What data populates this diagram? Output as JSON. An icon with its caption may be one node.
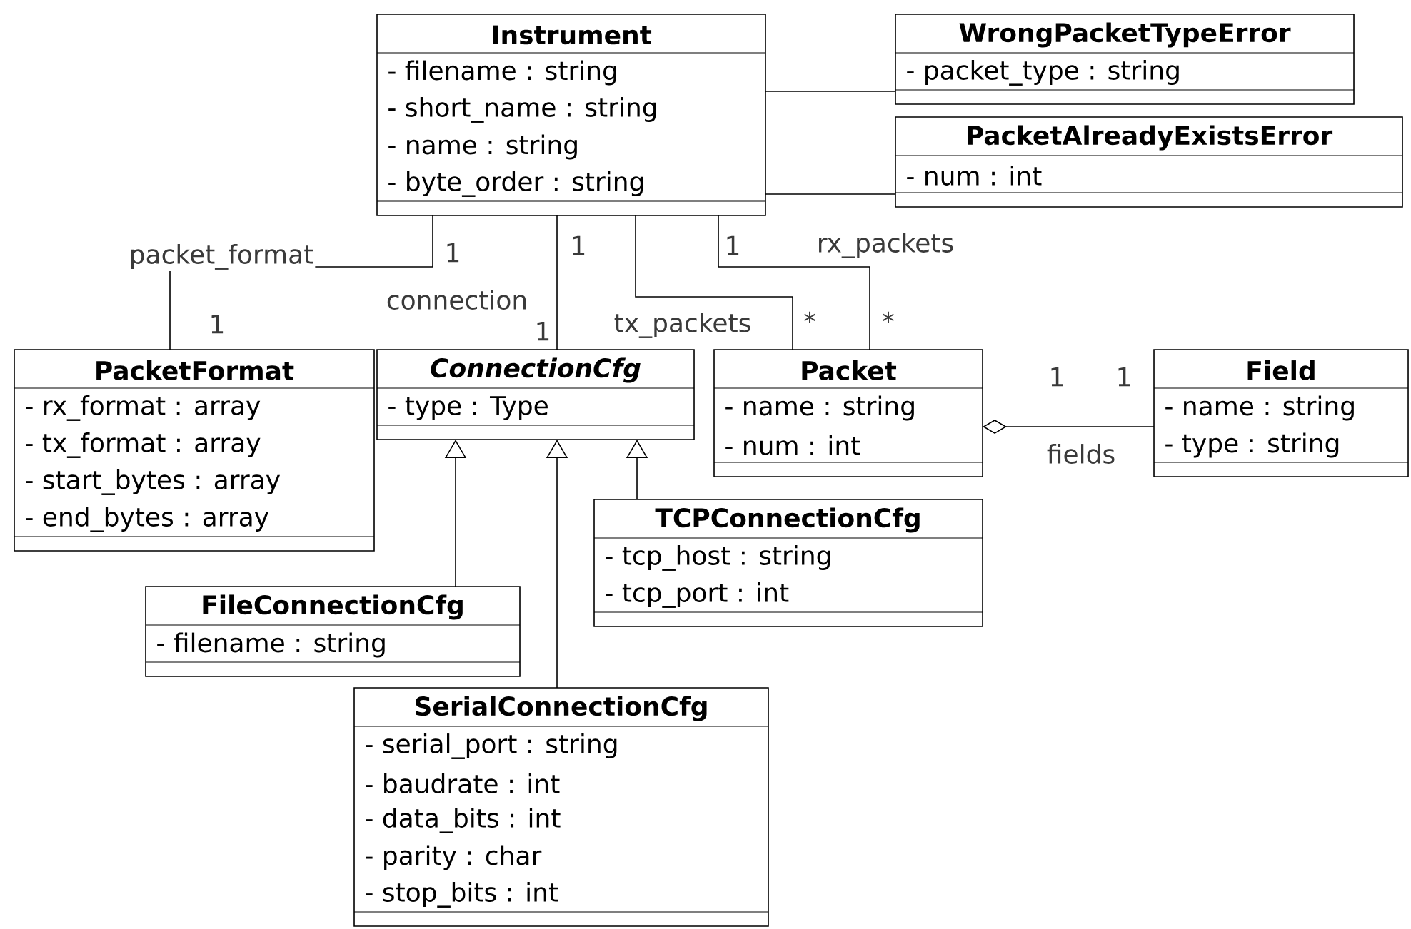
{
  "diagram": {
    "nodes": [
      {
        "text": [
          "Instrument",
          "- filename : string",
          "- short_name : string",
          "- name : string",
          "- byte_order : string"
        ]
      },
      {
        "text": [
          "WrongPacketTypeError",
          "- packet_type : string"
        ]
      },
      {
        "text": [
          "PacketAlreadyExistsError",
          "- num : int"
        ]
      },
      {
        "text": [
          "PacketFormat",
          "- rx_format : array",
          "- tx_format : array",
          "- start_bytes : array",
          "- end_bytes : array"
        ]
      },
      {
        "text": [
          "ConnectionCfg",
          "- type : Type"
        ]
      },
      {
        "text": [
          "Packet",
          "- name : string",
          "- num : int"
        ]
      },
      {
        "text": [
          "Field",
          "- name : string",
          "- type : string"
        ]
      },
      {
        "text": [
          "TCPConnectionCfg",
          "- tcp_host : string",
          "- tcp_port : int"
        ]
      },
      {
        "text": [
          "FileConnectionCfg",
          "- filename : string"
        ]
      },
      {
        "text": [
          "SerialConnectionCfg",
          "- serial_port : string",
          "- baudrate : int",
          "- data_bits : int",
          "- parity : char",
          "- stop_bits : int"
        ]
      }
    ],
    "edges": [
      {
        "from": 0,
        "to": 1,
        "arrow": "none"
      },
      {
        "from": 0,
        "to": 2,
        "arrow": "none"
      },
      {
        "from": 0,
        "to": 3,
        "arrow": "none",
        "label": "packet_format"
      },
      {
        "from": 0,
        "to": 4,
        "arrow": "none",
        "label": "connection"
      },
      {
        "from": 0,
        "to": 5,
        "arrow": "none",
        "label": "tx_packets"
      },
      {
        "from": 0,
        "to": 5,
        "arrow": "none",
        "label": "rx_packets"
      },
      {
        "from": 5,
        "to": 6,
        "arrow": "other",
        "label": "fields"
      },
      {
        "from": 8,
        "to": 4,
        "arrow": "to"
      },
      {
        "from": 9,
        "to": 4,
        "arrow": "to"
      },
      {
        "from": 7,
        "to": 4,
        "arrow": "to"
      }
    ],
    "labels": [
      "1",
      "1",
      "1",
      "1",
      "1",
      "*",
      "*",
      "1",
      "1"
    ]
  }
}
